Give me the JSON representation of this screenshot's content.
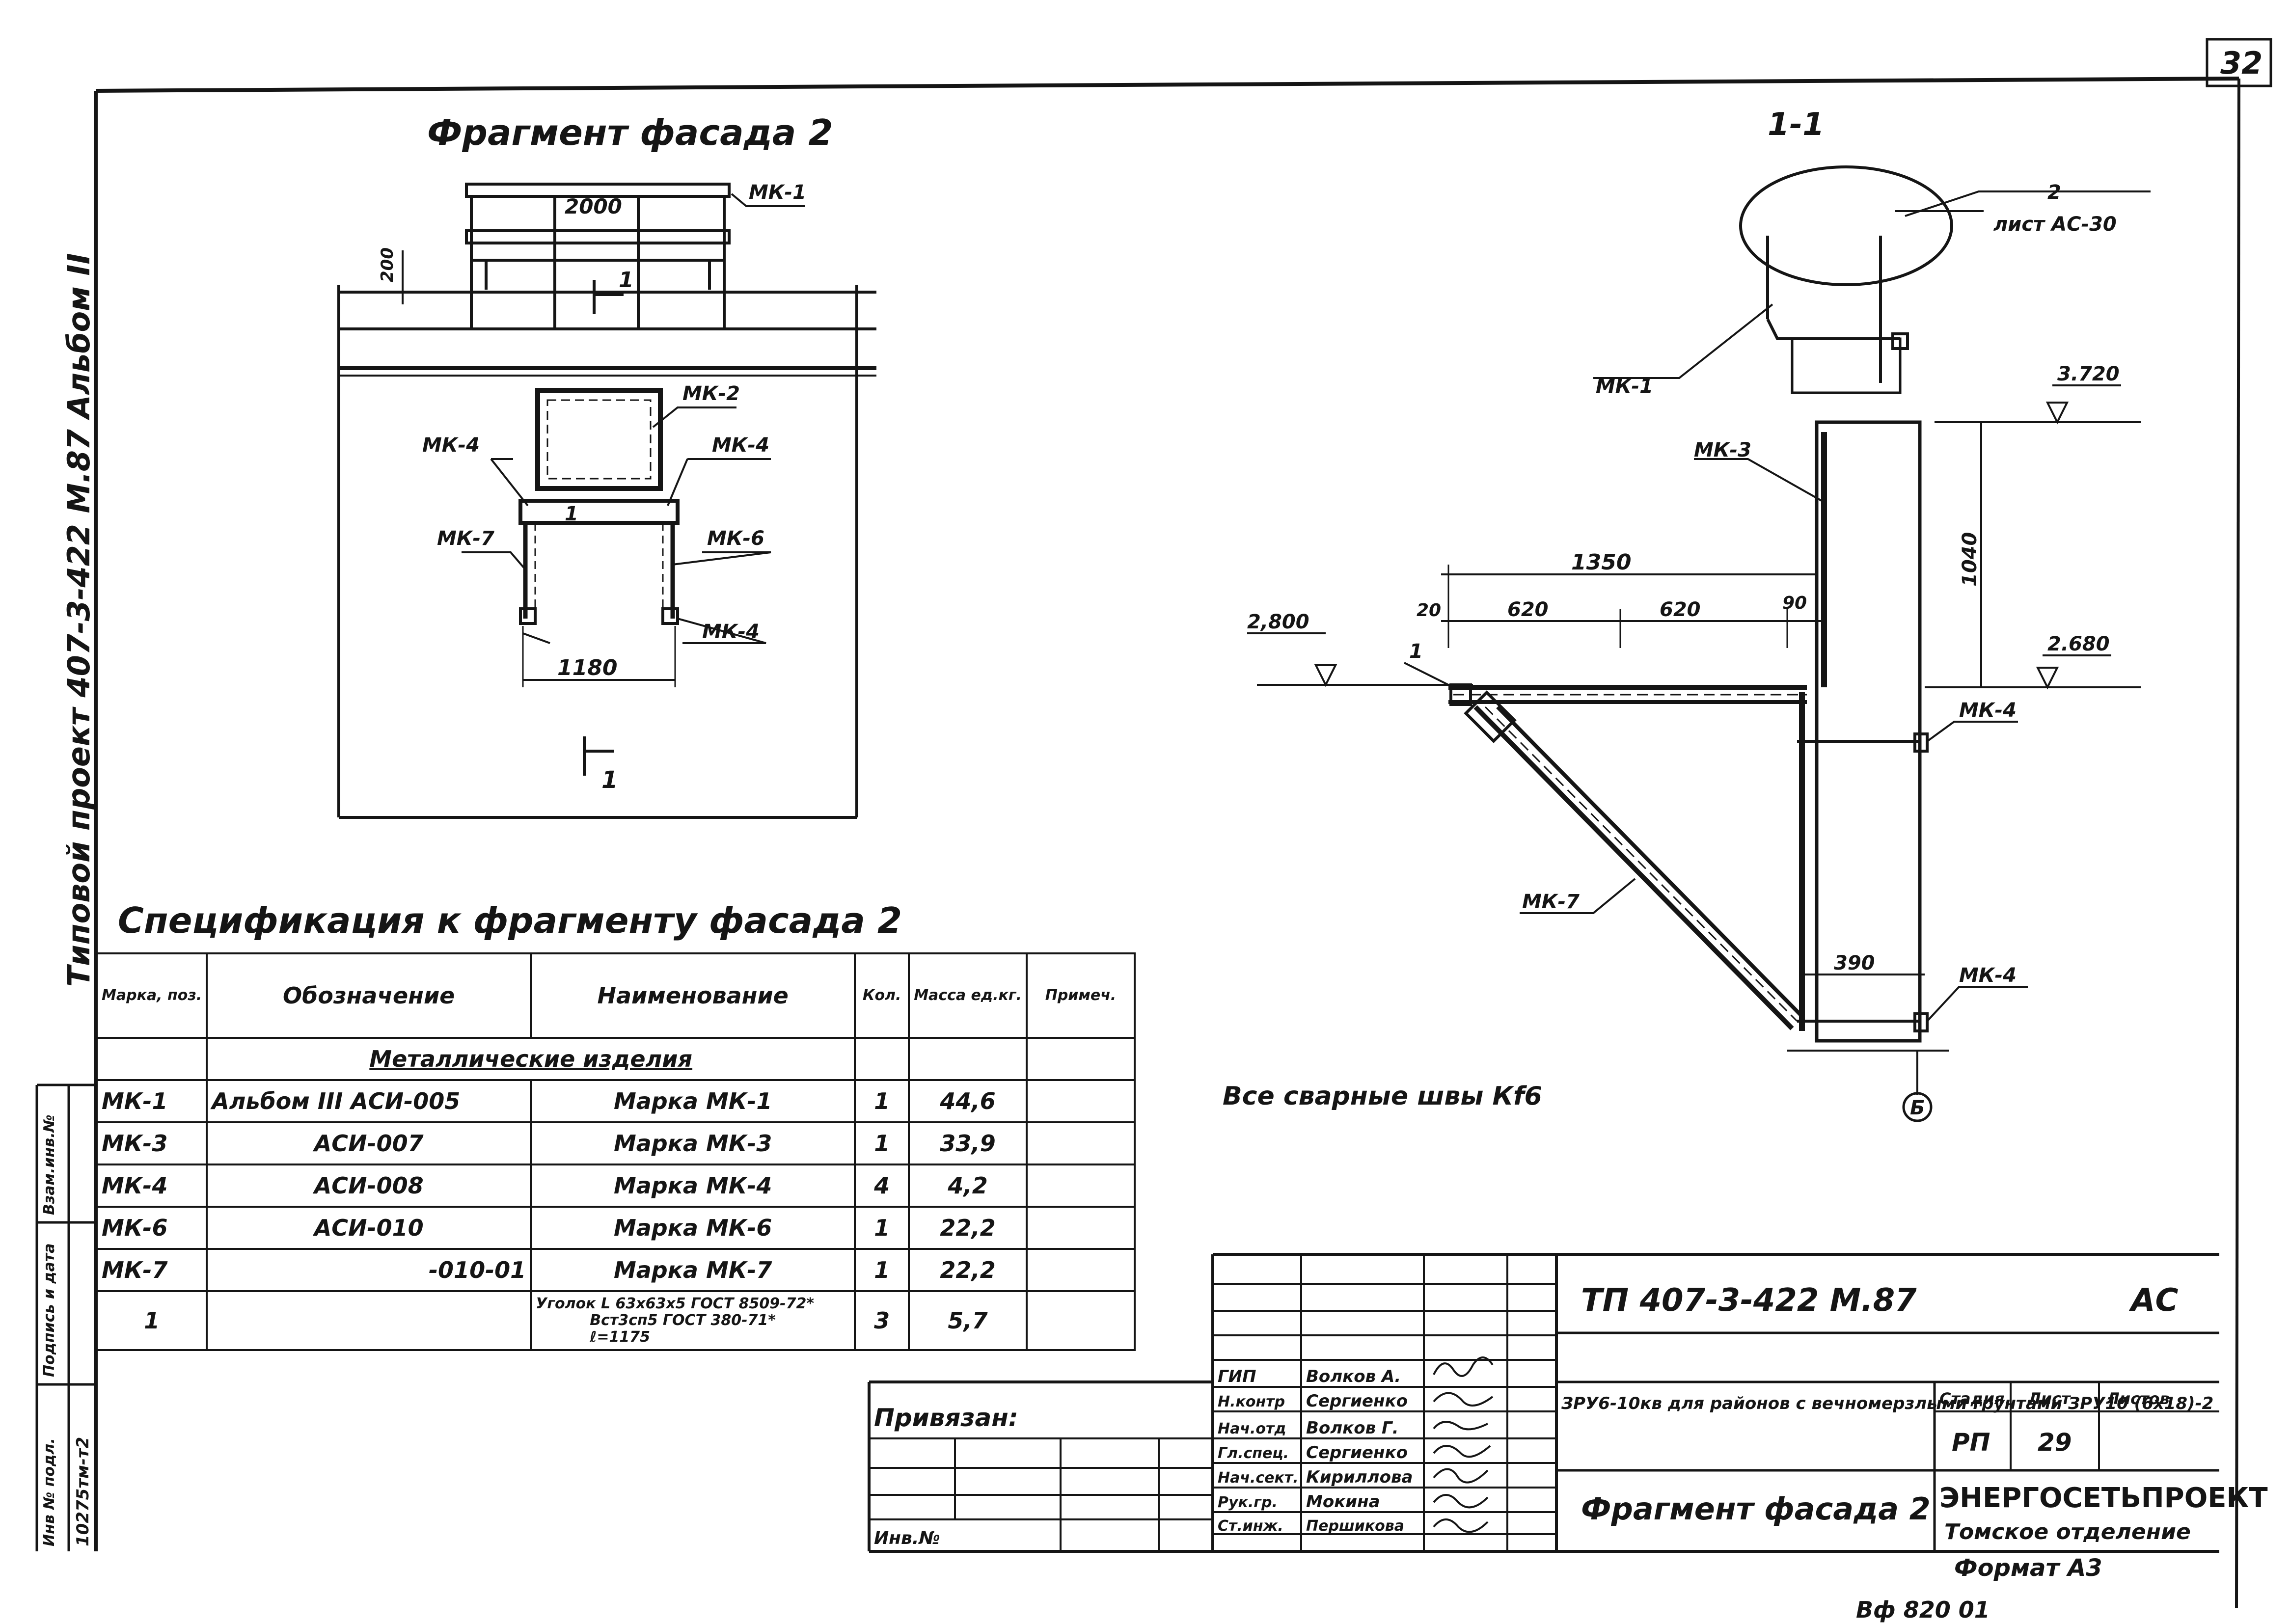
{
  "page_number": "32",
  "side_stamp": "Типовой проект 407-3-422 М.87 Альбом II",
  "left_column": {
    "inv_label": "Инв № подл.",
    "inv_value": "10275тм-т2",
    "sign_label": "Подпись и дата",
    "replace_label": "Взам.инв.№"
  },
  "facade_view": {
    "title": "Фрагмент фасада 2",
    "dim_top": "2000",
    "dim_height": "200",
    "dim_bottom": "1180",
    "section_mark": "1",
    "labels": [
      "МК-1",
      "МК-2",
      "МК-4",
      "МК-4",
      "МК-7",
      "МК-6",
      "МК-4"
    ]
  },
  "section_view": {
    "title": "1-1",
    "note_ref": "2",
    "note_sheet": "лист АС-30",
    "level_1": "3.720",
    "level_2": "2,800",
    "level_3": "2.680",
    "dim_1350": "1350",
    "dim_20": "20",
    "dim_620a": "620",
    "dim_620b": "620",
    "dim_90": "90",
    "dim_1040": "1040",
    "dim_390": "390",
    "axis": "Б",
    "pos_1": "1",
    "labels": [
      "МК-1",
      "МК-3",
      "МК-4",
      "МК-7",
      "МК-4"
    ]
  },
  "weld_note": "Все сварные швы Кf6",
  "spec": {
    "title": "Спецификация к фрагменту фасада 2",
    "headers": [
      "Марка, поз.",
      "Обозначение",
      "Наименование",
      "Кол.",
      "Масса ед.кг.",
      "Примеч."
    ],
    "group": "Металлические изделия",
    "rows": [
      [
        "МК-1",
        "Альбом III АСИ-005",
        "Марка МК-1",
        "1",
        "44,6",
        ""
      ],
      [
        "МК-3",
        "АСИ-007",
        "Марка МК-3",
        "1",
        "33,9",
        ""
      ],
      [
        "МК-4",
        "АСИ-008",
        "Марка МК-4",
        "4",
        "4,2",
        ""
      ],
      [
        "МК-6",
        "АСИ-010",
        "Марка МК-6",
        "1",
        "22,2",
        ""
      ],
      [
        "МК-7",
        "-010-01",
        "Марка МК-7",
        "1",
        "22,2",
        ""
      ]
    ],
    "last_row": {
      "pos": "1",
      "name_a": "Уголок",
      "name_b": "L 63х63х5 ГОСТ 8509-72*",
      "name_c": "Вст3сп5 ГОСТ 380-71*",
      "name_d": "ℓ=1175",
      "qty": "3",
      "mass": "5,7"
    }
  },
  "title_block": {
    "privyazan": "Привязан:",
    "inv": "Инв.№",
    "code": "ТП 407-3-422 М.87",
    "section": "АС",
    "roles": [
      "ГИП",
      "Н.контр",
      "Нач.отд",
      "Гл.спец.",
      "Нач.сект.",
      "Рук.гр.",
      "Ст.инж."
    ],
    "names": [
      "Волков А.",
      "Сергиенко",
      "Волков Г.",
      "Сергиенко",
      "Кириллова",
      "Мокина",
      "Першикова"
    ],
    "description": "ЗРУ6-10кв для районов с вечномерзлыми грунтами ЗРУ10 (6х18)-2",
    "stage_label": "Стадия",
    "sheet_label": "Лист",
    "sheets_label": "Листов",
    "stage": "РП",
    "sheet": "29",
    "drawing_name": "Фрагмент фасада 2",
    "org": "ЭНЕРГОСЕТЬПРОЕКТ",
    "branch": "Томское отделение",
    "format": "Формат А3"
  },
  "bottom_code": "Вф 820 01"
}
